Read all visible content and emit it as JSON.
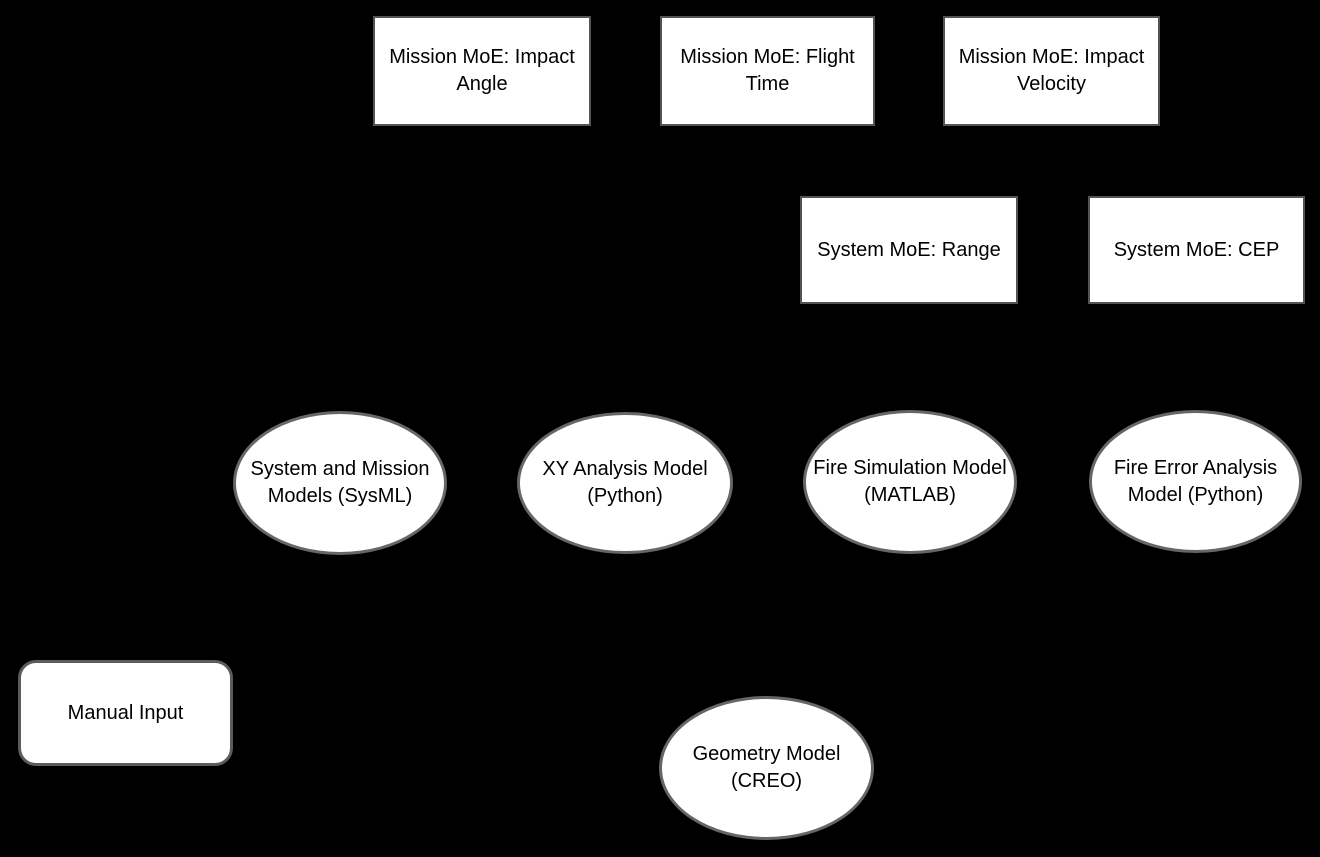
{
  "diagram": {
    "background_color": "#000000",
    "shape_fill_color": "#ffffff",
    "shape_border_color": "#666666",
    "text_color": "#000000"
  },
  "nodes": [
    {
      "id": "mission-moe-impact-angle",
      "type": "rectangle",
      "label": "Mission MoE: Impact Angle"
    },
    {
      "id": "mission-moe-flight-time",
      "type": "rectangle",
      "label": "Mission MoE: Flight Time"
    },
    {
      "id": "mission-moe-impact-velocity",
      "type": "rectangle",
      "label": "Mission MoE: Impact Velocity"
    },
    {
      "id": "system-moe-range",
      "type": "rectangle",
      "label": "System MoE: Range"
    },
    {
      "id": "system-moe-cep",
      "type": "rectangle",
      "label": "System MoE: CEP"
    },
    {
      "id": "system-and-mission-models",
      "type": "ellipse",
      "label": "System and Mission Models (SysML)"
    },
    {
      "id": "xy-analysis-model",
      "type": "ellipse",
      "label": "XY Analysis Model (Python)"
    },
    {
      "id": "fire-simulation-model",
      "type": "ellipse",
      "label": "Fire Simulation Model (MATLAB)"
    },
    {
      "id": "fire-error-analysis-model",
      "type": "ellipse",
      "label": "Fire Error Analysis Model (Python)"
    },
    {
      "id": "manual-input",
      "type": "rounded-rectangle",
      "label": "Manual Input"
    },
    {
      "id": "geometry-model",
      "type": "ellipse",
      "label": "Geometry Model (CREO)"
    }
  ]
}
